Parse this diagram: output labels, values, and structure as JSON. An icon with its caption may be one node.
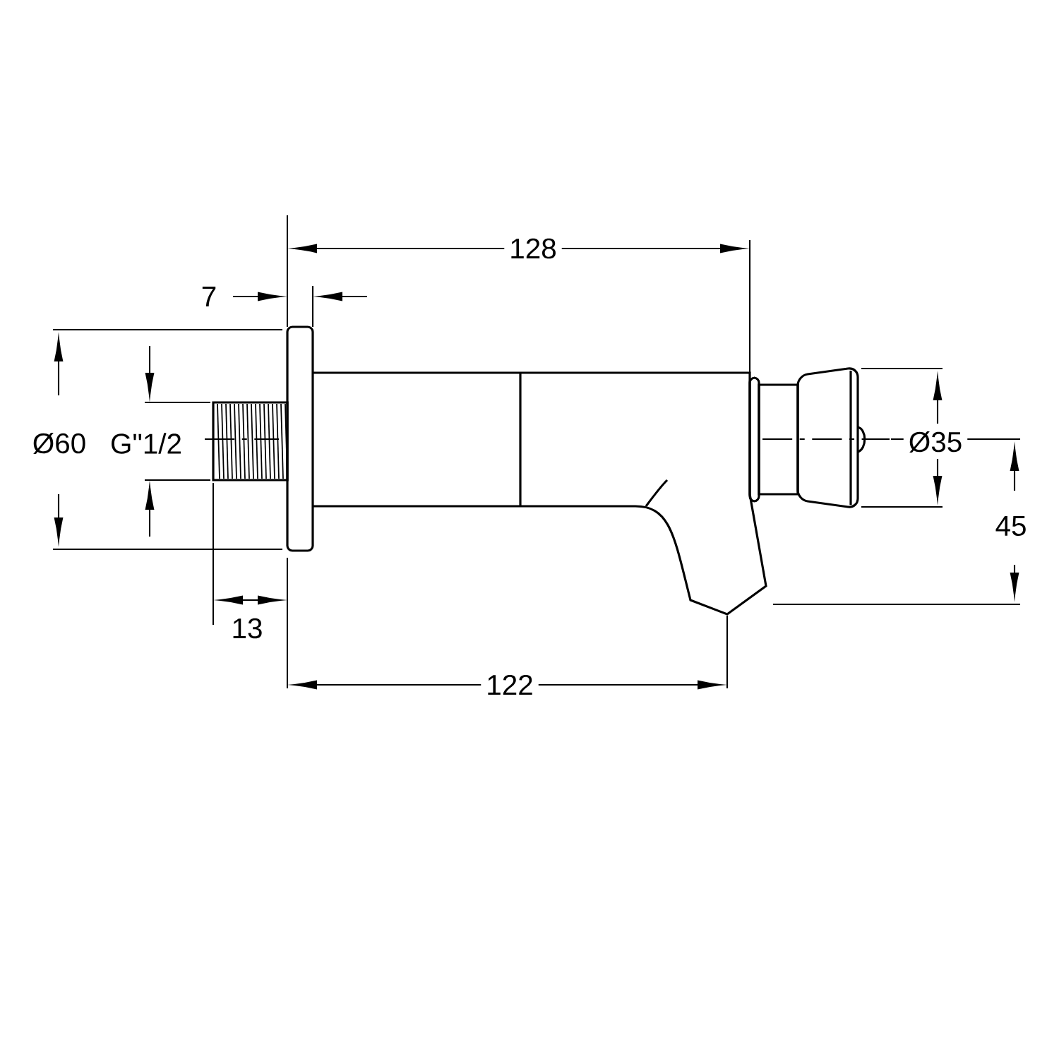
{
  "diagram": {
    "labels": [
      "128",
      "7",
      "Ø60",
      "G\"1/2",
      "Ø35",
      "45",
      "13",
      "122"
    ]
  }
}
